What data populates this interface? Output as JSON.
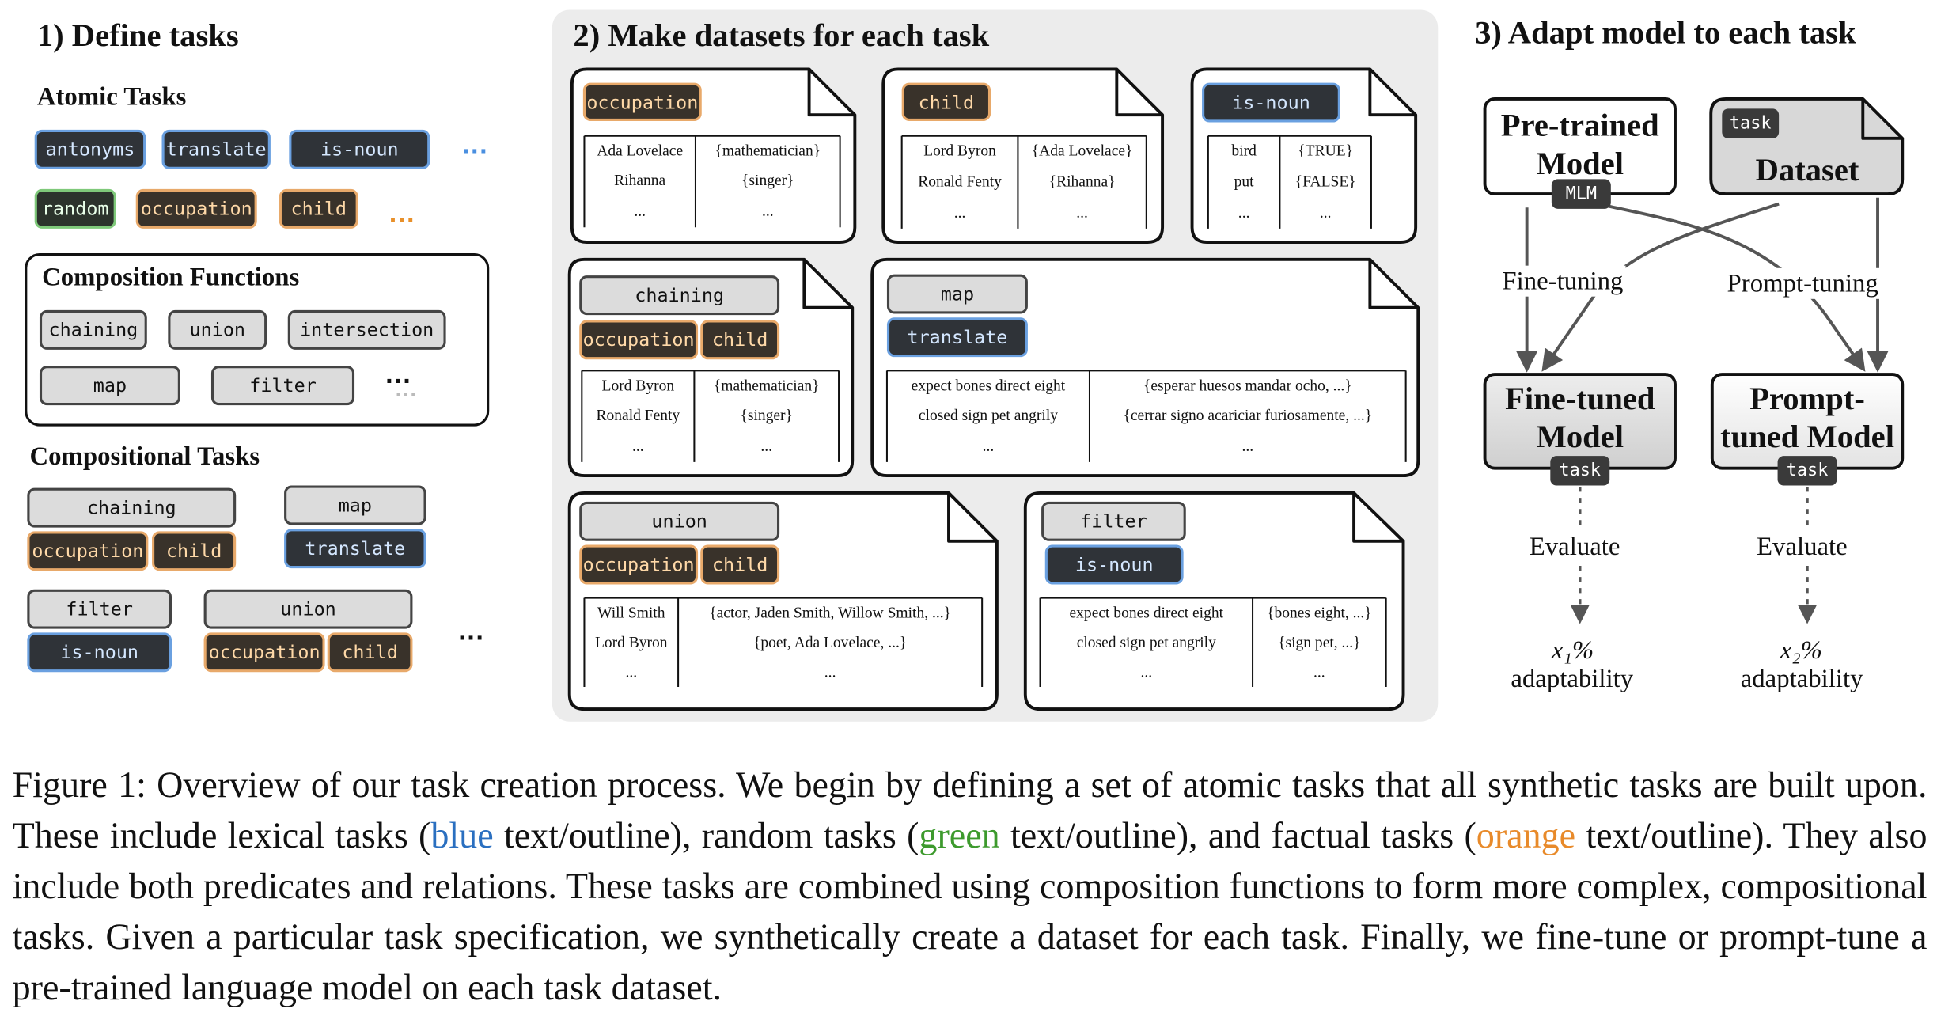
{
  "headings": {
    "define": "1) Define tasks",
    "datasets": "2) Make datasets for each task",
    "adapt": "3) Adapt model to each task"
  },
  "atomic": {
    "title": "Atomic Tasks",
    "row1": [
      "antonyms",
      "translate",
      "is-noun"
    ],
    "row2": [
      "random",
      "occupation",
      "child"
    ],
    "ellipsis": "..."
  },
  "composition_functions": {
    "title": "Composition Functions",
    "items": [
      "chaining",
      "union",
      "intersection",
      "map",
      "filter"
    ],
    "ellipsis": "..."
  },
  "compositional": {
    "title": "Compositional Tasks",
    "chaining": "chaining",
    "map": "map",
    "filter": "filter",
    "union": "union",
    "occupation": "occupation",
    "child": "child",
    "translate": "translate",
    "is_noun": "is-noun",
    "ellipsis": "..."
  },
  "datasets": [
    {
      "tags": [
        "occupation"
      ],
      "rows": [
        [
          "Ada Lovelace",
          "{mathematician}"
        ],
        [
          "Rihanna",
          "{singer}"
        ],
        [
          "...",
          "..."
        ]
      ]
    },
    {
      "tags": [
        "child"
      ],
      "rows": [
        [
          "Lord Byron",
          "{Ada Lovelace}"
        ],
        [
          "Ronald Fenty",
          "{Rihanna}"
        ],
        [
          "...",
          "..."
        ]
      ]
    },
    {
      "tags": [
        "is-noun"
      ],
      "rows": [
        [
          "bird",
          "{TRUE}"
        ],
        [
          "put",
          "{FALSE}"
        ],
        [
          "...",
          "..."
        ]
      ]
    },
    {
      "tags": [
        "chaining",
        "occupation",
        "child"
      ],
      "rows": [
        [
          "Lord Byron",
          "{mathematician}"
        ],
        [
          "Ronald Fenty",
          "{singer}"
        ],
        [
          "...",
          "..."
        ]
      ]
    },
    {
      "tags": [
        "map",
        "translate"
      ],
      "rows": [
        [
          "expect bones direct eight",
          "{esperar huesos mandar ocho, ...}"
        ],
        [
          "closed sign pet angrily",
          "{cerrar signo acariciar furiosamente, ...}"
        ],
        [
          "...",
          "..."
        ]
      ]
    },
    {
      "tags": [
        "union",
        "occupation",
        "child"
      ],
      "rows": [
        [
          "Will Smith",
          "{actor, Jaden Smith, Willow Smith, ...}"
        ],
        [
          "Lord Byron",
          "{poet, Ada Lovelace, ...}"
        ],
        [
          "...",
          "..."
        ]
      ]
    },
    {
      "tags": [
        "filter",
        "is-noun"
      ],
      "rows": [
        [
          "expect bones direct eight",
          "{bones eight, ...}"
        ],
        [
          "closed sign pet angrily",
          "{sign pet, ...}"
        ],
        [
          "...",
          "..."
        ]
      ]
    }
  ],
  "adapt": {
    "pretrained_title": "Pre-trained Model",
    "pretrained_tag": "MLM",
    "dataset_tag": "task",
    "dataset_title": "Dataset",
    "fine_tuning": "Fine-tuning",
    "prompt_tuning": "Prompt-tuning",
    "finetuned_title": "Fine-tuned Model",
    "prompttuned_title": "Prompt-tuned Model",
    "finetuned_tag": "task",
    "prompttuned_tag": "task",
    "evaluate_left": "Evaluate",
    "evaluate_right": "Evaluate",
    "x1": "x₁%",
    "x2": "x₂%",
    "adaptability_left": "adaptability",
    "adaptability_right": "adaptability"
  },
  "caption": {
    "p1": "Figure 1: Overview of our task creation process. We begin by defining a set of atomic tasks that all synthetic tasks are built upon. These include lexical tasks (",
    "blue": "blue",
    "p2": " text/outline), random tasks (",
    "green": "green",
    "p3": " text/outline), and factual tasks (",
    "orange": "orange",
    "p4": " text/outline). They also include both predicates and relations. These tasks are combined using composition functions to form more complex, compositional tasks. Given a particular task specification, we synthetically create a dataset for each task. Finally, we fine-tune or prompt-tune a pre-trained language model on each task dataset."
  },
  "colors": {
    "lexical": "#6aa0e0",
    "random": "#7fc97a",
    "factual": "#e8a96a",
    "panel_bg": "#ececec"
  }
}
